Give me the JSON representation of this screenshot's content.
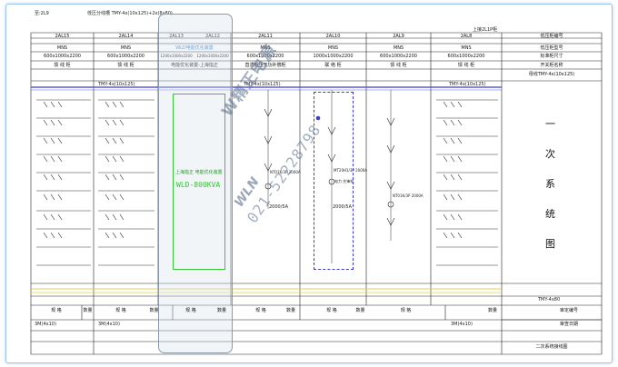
{
  "header": {
    "ref": "至:2L9",
    "title": "低压分线槽  TMY-4x(10x125)+2x(8x80)",
    "right_note": "上接2L1P柜"
  },
  "legend": {
    "rows": [
      "低压柜编号",
      "低压柜型号",
      "标准柜尺寸",
      "开关柜名称",
      "母线TMY-4x(10x125)"
    ]
  },
  "columns": [
    {
      "id": "2AL15",
      "model": "MNS",
      "size": "600x1000x2200",
      "name": "馈 线 柜"
    },
    {
      "id": "2AL14",
      "model": "MNS",
      "size": "600x1000x2200",
      "name": "馈 线 柜"
    },
    {
      "id": "2AL13",
      "model": "",
      "size": "1200x1000x2200",
      "name": ""
    },
    {
      "id": "2AL12",
      "model": "",
      "size": "1200x1000x2200",
      "name": ""
    },
    {
      "id": "2AL11",
      "model": "MNS",
      "size": "600x1000x2200",
      "name": "直流低压无功补偿柜"
    },
    {
      "id": "2AL10",
      "model": "MNS",
      "size": "1000x1000x2200",
      "name": "联 络 柜"
    },
    {
      "id": "2AL9",
      "model": "MNS",
      "size": "600x1000x2200",
      "name": "馈 线 柜"
    },
    {
      "id": "2AL8",
      "model": "MNS",
      "size": "600x1000x2200",
      "name": "馈 线 柜"
    }
  ],
  "overlay_cabinet": {
    "model": "WLD电能优化装置",
    "name": "电能优化装置-上海指正",
    "vert_label": "上海指正 电能优化装置",
    "model_big": "WLD-800KVA"
  },
  "busbar": {
    "left": "TMY-4x(10x125)",
    "mid": "TMY-4x(10x125)",
    "right": "TMY-4x(10x125)"
  },
  "vertical_title": [
    "一",
    "次",
    "系",
    "统",
    "图"
  ],
  "watermark": {
    "company": "W精正电源",
    "phone": "021-52228798",
    "brand": "WLN"
  },
  "annotations": {
    "a1": "2000/5A",
    "a2": "2000/5A",
    "breaker1": "NT01K/3P 2000A",
    "breaker2": "NT01K/3P 2000A",
    "breaker3": "MT20H1/3P 2000A",
    "label_center": "电力 先锋柜"
  },
  "bottom": {
    "tmy": "TMY-4x80",
    "row_headers": [
      "规 格",
      "数量",
      "规 格",
      "数量",
      "规 格",
      "数量",
      "规 格",
      "数量",
      "规 格",
      "数量",
      "规 格",
      "数量"
    ],
    "spec_a": "3M(4x10)",
    "spec_b": "3M(4x10)",
    "spec_c": "3M(4x10)",
    "tag_r1": "审定编号",
    "tag_r2": "审查日期",
    "footer": "二次系统接线图"
  }
}
